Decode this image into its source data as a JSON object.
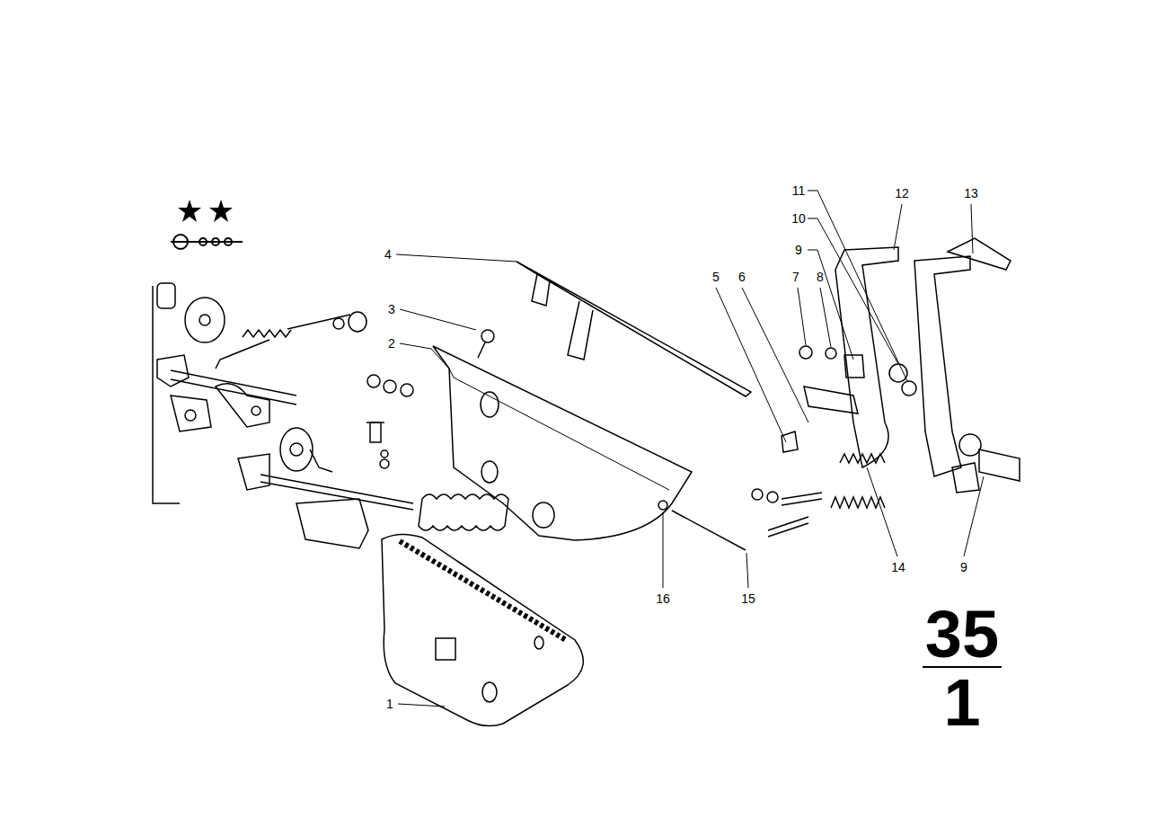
{
  "diagram": {
    "labels": [
      "4",
      "3",
      "2",
      "1",
      "5",
      "6",
      "7",
      "8",
      "9",
      "10",
      "11",
      "12",
      "13",
      "14",
      "9",
      "15",
      "16",
      "35",
      "1"
    ]
  }
}
